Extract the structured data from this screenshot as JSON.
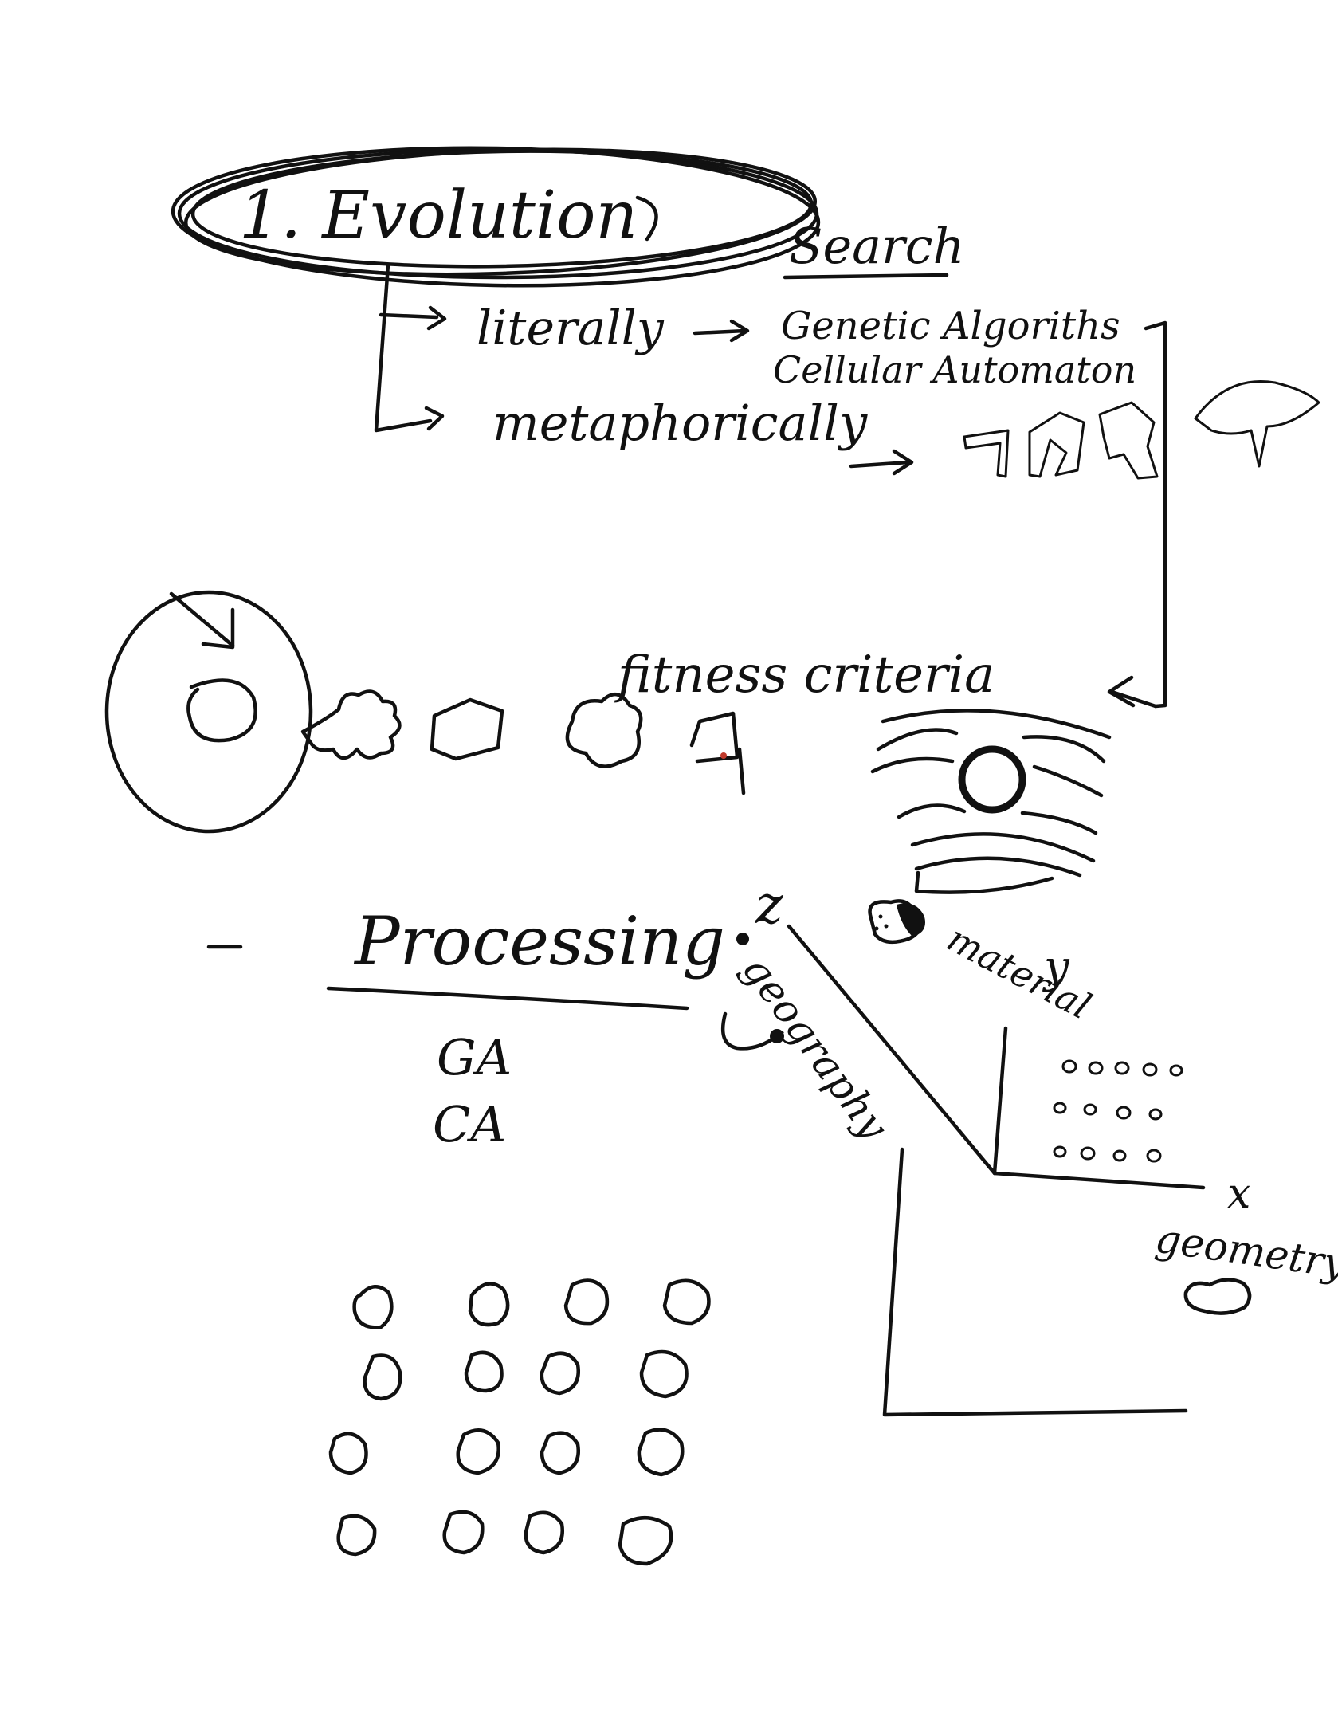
{
  "texts": {
    "evolution": "1. Evolution",
    "search": "Search",
    "literally": "literally",
    "genetic_algorithms": "Genetic Algoriths",
    "cellular_automaton": "Cellular Automaton",
    "metaphorically": "metaphorically",
    "fitness_criteria": "fitness criteria",
    "processing": "Processing",
    "ga": "GA",
    "ca": "CA",
    "z_axis": "z",
    "y_axis": "y",
    "x_axis": "x",
    "geography": "geography",
    "material": "material",
    "geometry": "geometry"
  },
  "colors": {
    "ink": "#111111",
    "paper": "#ffffff",
    "red_dot": "#c0392b"
  },
  "sketch_grid": {
    "rows": 4,
    "cols": 4
  },
  "material_dots": {
    "rows": [
      5,
      4,
      4
    ]
  }
}
